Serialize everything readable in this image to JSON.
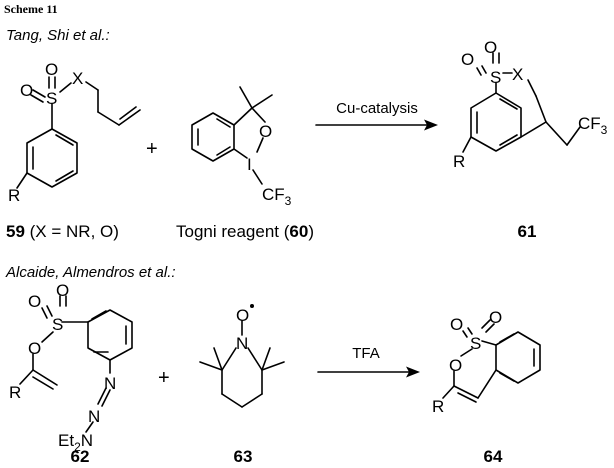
{
  "scheme_title": "Scheme 11",
  "section1": {
    "authors": "Tang, Shi et al.:",
    "arrow_label": "Cu-catalysis",
    "plus": "+",
    "label_59_num": "59",
    "label_59_rest": " (X = NR, O)",
    "label_60_text": "Togni reagent (",
    "label_60_num": "60",
    "label_60_close": ")",
    "label_61": "61",
    "atoms": {
      "O": "O",
      "S": "S",
      "X": "X",
      "R": "R",
      "I": "I",
      "CF3": "CF",
      "sub3": "3"
    }
  },
  "section2": {
    "authors": "Alcaide, Almendros et al.:",
    "arrow_label": "TFA",
    "plus": "+",
    "label_62": "62",
    "label_63": "63",
    "label_64": "64",
    "atoms": {
      "O": "O",
      "S": "S",
      "N": "N",
      "R": "R",
      "Et": "Et",
      "sub2": "2"
    }
  }
}
